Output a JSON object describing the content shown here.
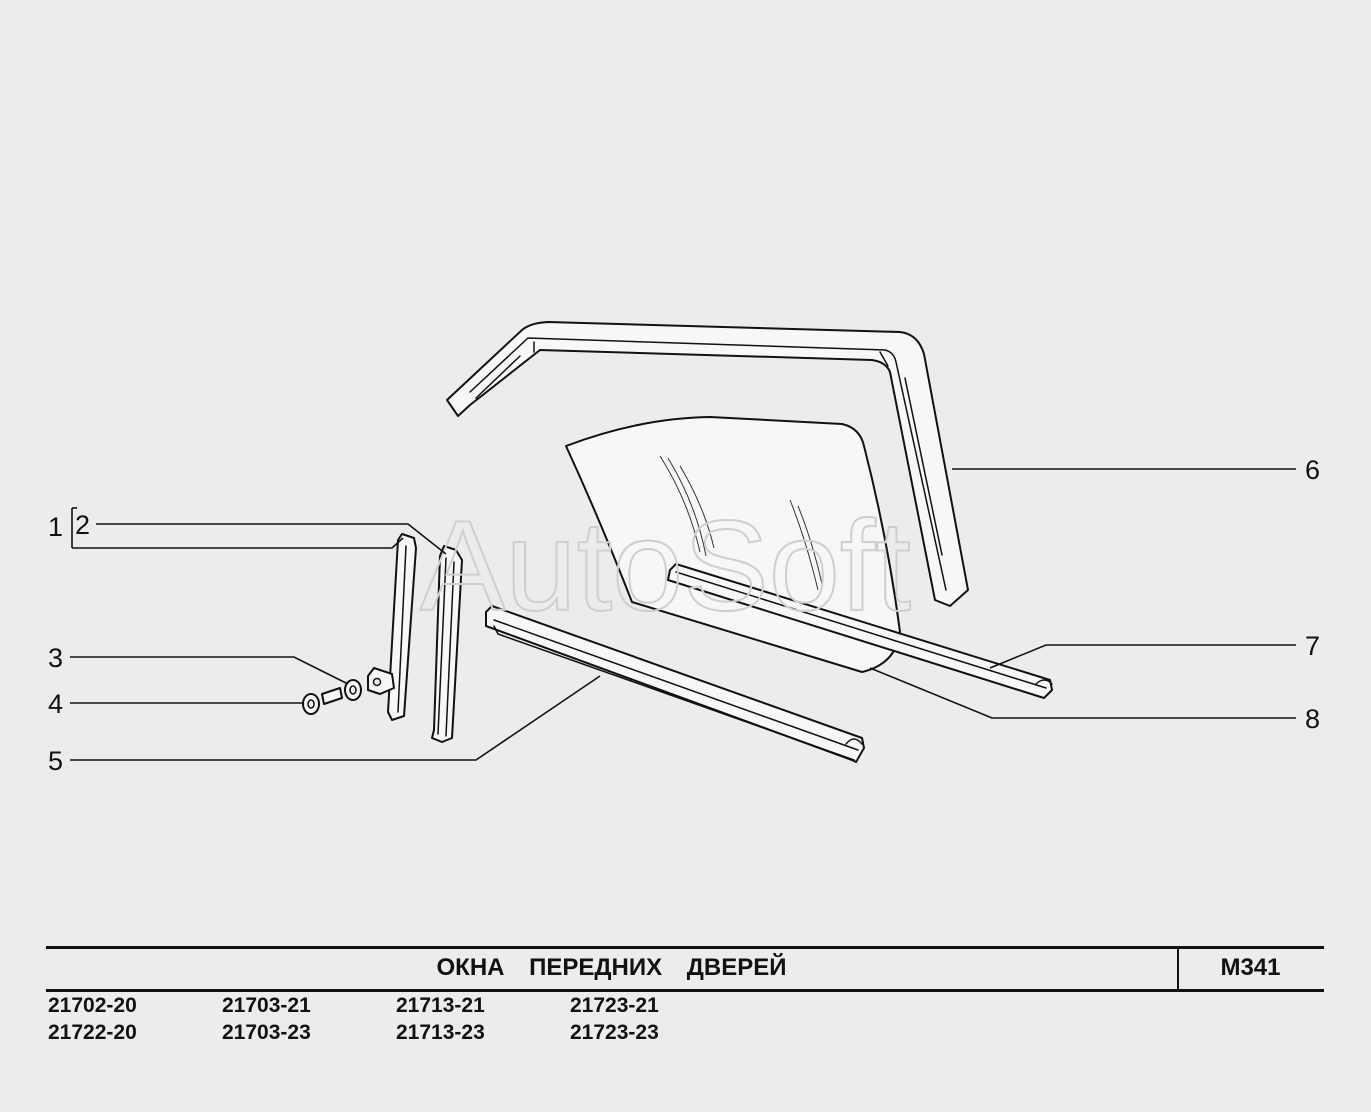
{
  "watermark": "AutoSoft",
  "callouts": {
    "c1": "1",
    "c2": "2",
    "c3": "3",
    "c4": "4",
    "c5": "5",
    "c6": "6",
    "c7": "7",
    "c8": "8"
  },
  "title": "ОКНА ПЕРЕДНИХ ДВЕРЕЙ",
  "code": "M341",
  "models": {
    "col1": [
      "21702-20",
      "21722-20"
    ],
    "col2": [
      "21703-21",
      "21703-23"
    ],
    "col3": [
      "21713-21",
      "21713-23"
    ],
    "col4": [
      "21723-21",
      "21723-23"
    ]
  }
}
